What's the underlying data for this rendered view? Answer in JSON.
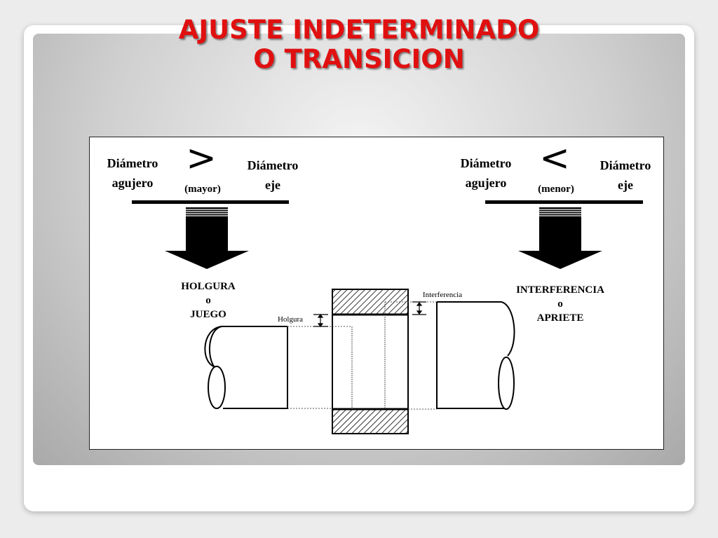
{
  "title": {
    "line1": "AJUSTE INDETERMINADO",
    "line2": "O TRANSICION"
  },
  "left_case": {
    "hole_label_1": "Diámetro",
    "hole_label_2": "agujero",
    "sign": ">",
    "sign_note": "(mayor)",
    "shaft_label_1": "Diámetro",
    "shaft_label_2": "eje",
    "result_1": "HOLGURA",
    "result_2": "o",
    "result_3": "JUEGO"
  },
  "right_case": {
    "hole_label_1": "Diámetro",
    "hole_label_2": "agujero",
    "sign": "<",
    "sign_note": "(menor)",
    "shaft_label_1": "Diámetro",
    "shaft_label_2": "eje",
    "result_1": "INTERFERENCIA",
    "result_2": "o",
    "result_3": "APRIETE"
  },
  "annotations": {
    "clearance": "Holgura",
    "interference": "Interferencia"
  },
  "colors": {
    "title": "#e01010",
    "ink": "#000000"
  }
}
